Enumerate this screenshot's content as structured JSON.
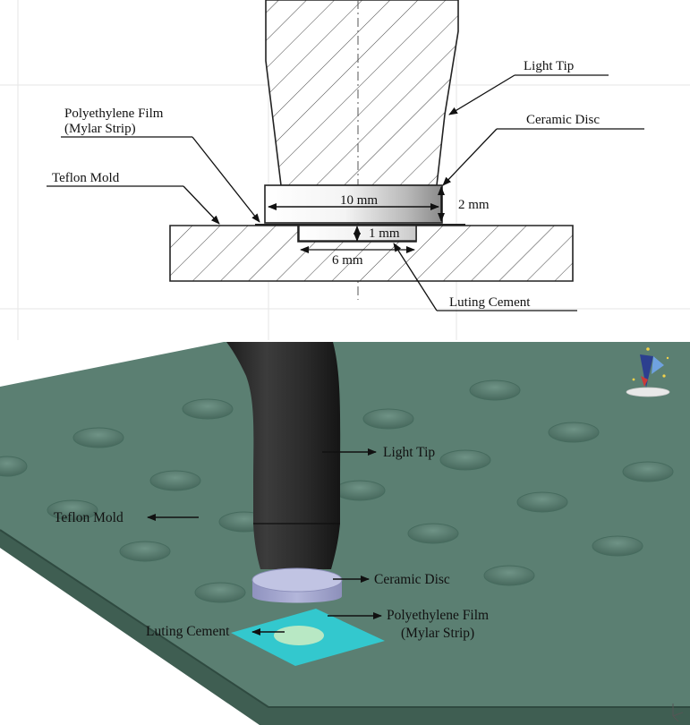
{
  "top": {
    "labels": {
      "light_tip": "Light Tip",
      "polyethylene_line1": "Polyethylene Film",
      "polyethylene_line2": "(Mylar Strip)",
      "ceramic_disc": "Ceramic Disc",
      "teflon_mold": "Teflon Mold",
      "luting_cement": "Luting Cement"
    },
    "dimensions": {
      "disc_diameter": "10 mm",
      "disc_thickness": "2 mm",
      "cement_thickness": "1 mm",
      "cement_diameter": "6 mm"
    }
  },
  "bottom": {
    "labels": {
      "light_tip": "Light Tip",
      "teflon_mold": "Teflon Mold",
      "ceramic_disc": "Ceramic Disc",
      "polyethylene_line1": "Polyethylene Film",
      "polyethylene_line2": "(Mylar Strip)",
      "luting_cement": "Luting Cement"
    }
  },
  "colors": {
    "mold_green": "#5b7f72",
    "mold_edge": "#3f5e52",
    "tip_dark": "#2b2b2b",
    "disc_lavender": "#a6a9cf",
    "film_cyan": "#2fd0d8",
    "cement_light": "#b8e8c4"
  },
  "icons": {
    "compass": "compass-flag-icon",
    "axis": "axis-triad-icon"
  }
}
